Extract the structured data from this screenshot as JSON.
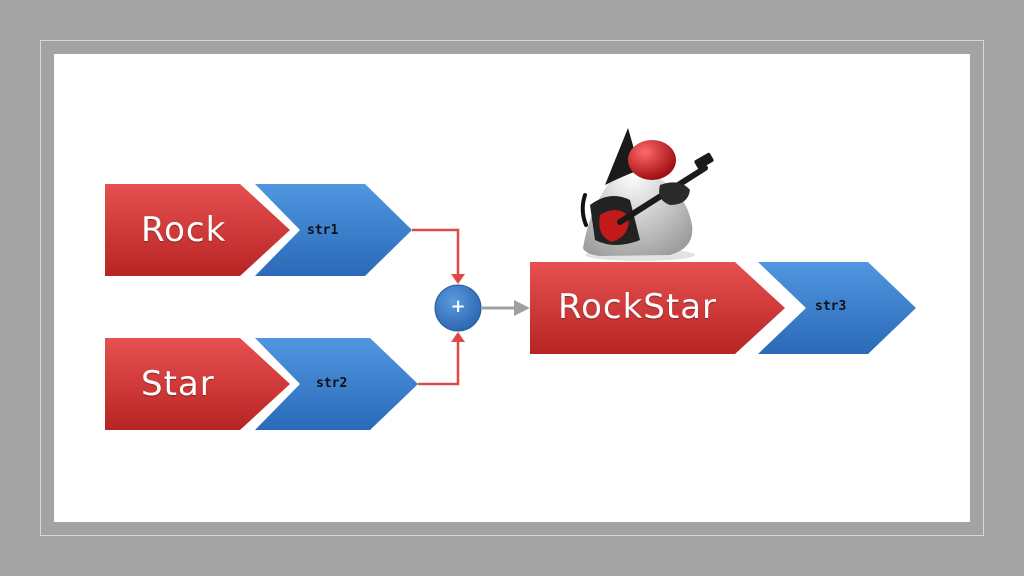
{
  "inputs": [
    {
      "word": "Rock",
      "var": "str1"
    },
    {
      "word": "Star",
      "var": "str2"
    }
  ],
  "operator": "+",
  "result": {
    "word": "RockStar",
    "var": "str3"
  },
  "colors": {
    "word_box": "#d63a3a",
    "var_box": "#3a7fd0",
    "arrow_red": "#e04848",
    "arrow_gray": "#a0a0a0",
    "operator_circle": "#3b7ccc"
  },
  "mascot": "duke-rockstar-with-guitar"
}
